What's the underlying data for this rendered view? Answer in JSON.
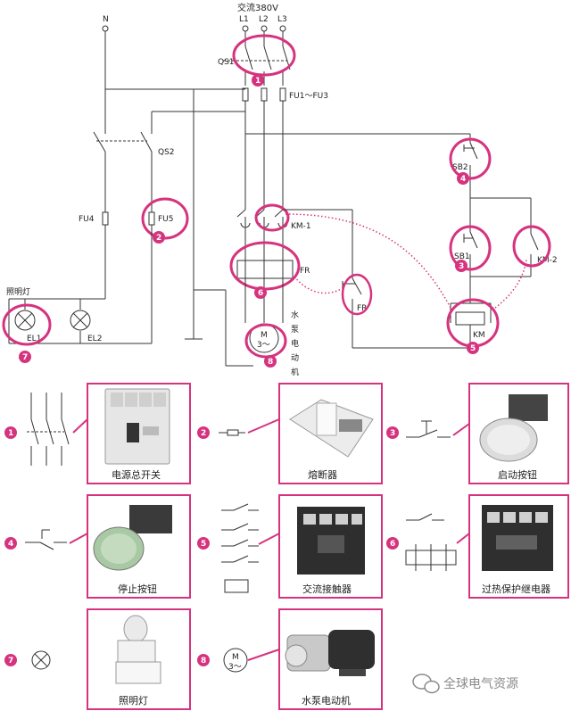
{
  "supply": {
    "title": "交流380V",
    "phases": [
      "L1",
      "L2",
      "L3"
    ],
    "neutral": "N"
  },
  "labels": {
    "qs1": "QS1",
    "fuses_main": "FU1～FU3",
    "qs2": "QS2",
    "fu4": "FU4",
    "fu5": "FU5",
    "lamp_title": "照明灯",
    "el1": "EL1",
    "el2": "EL2",
    "km1": "KM-1",
    "fr": "FR",
    "fr_contact": "FR",
    "motor_desc": [
      "水",
      "泵",
      "电",
      "动",
      "机"
    ],
    "motor_symbol": [
      "M",
      "3～"
    ],
    "sb2": "SB2",
    "sb1": "SB1",
    "km2": "KM-2",
    "km": "KM"
  },
  "badges": [
    "1",
    "2",
    "3",
    "4",
    "5",
    "6",
    "7",
    "8"
  ],
  "legend": [
    {
      "num": "1",
      "caption": "电源总开关"
    },
    {
      "num": "2",
      "caption": "熔断器"
    },
    {
      "num": "3",
      "caption": "启动按钮"
    },
    {
      "num": "4",
      "caption": "停止按钮"
    },
    {
      "num": "5",
      "caption": "交流接触器"
    },
    {
      "num": "6",
      "caption": "过热保护继电器"
    },
    {
      "num": "7",
      "caption": "照明灯"
    },
    {
      "num": "8",
      "caption": "水泵电动机"
    }
  ],
  "watermark": "全球电气资源",
  "colors": {
    "accent": "#d6337f",
    "wire": "#333333",
    "panel": "#f2f2f2"
  }
}
